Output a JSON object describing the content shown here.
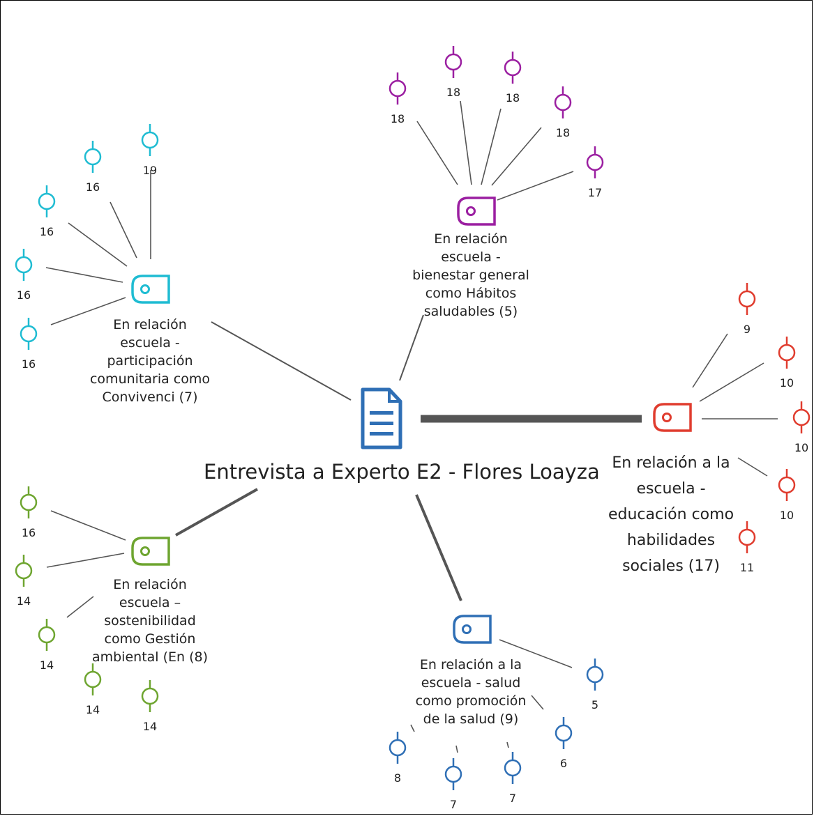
{
  "document": {
    "title": "Entrevista a Experto E2 - Flores Loayza",
    "icon": "document-icon",
    "color": "#2f6fb5"
  },
  "colors": {
    "connector": "#555555",
    "thick_connector": "#555555"
  },
  "groups": [
    {
      "id": "convivencia",
      "color": "#1fbcd2",
      "icon": "code-tag-icon",
      "label_lines": [
        "En relación",
        "escuela -",
        "participación",
        "comunitaria como",
        "Convivenci (7)"
      ],
      "quotes": [
        "19",
        "16",
        "16",
        "16",
        "16"
      ]
    },
    {
      "id": "habitos",
      "color": "#9b1fa1",
      "icon": "code-tag-icon",
      "label_lines": [
        "En relación",
        "escuela -",
        "bienestar general",
        "como Hábitos",
        "saludables (5)"
      ],
      "quotes": [
        "18",
        "18",
        "18",
        "18",
        "17"
      ]
    },
    {
      "id": "habilidades",
      "color": "#e03c2e",
      "icon": "code-tag-icon",
      "label_lines": [
        "En relación a la",
        "escuela -",
        "educación como",
        "habilidades",
        "sociales  (17)"
      ],
      "quotes": [
        "9",
        "10",
        "10",
        "10",
        "11"
      ]
    },
    {
      "id": "gestion",
      "color": "#6ea530",
      "icon": "code-tag-icon",
      "label_lines": [
        "En relación",
        "escuela –",
        "sostenibilidad",
        "como Gestión",
        "ambiental (En (8)"
      ],
      "quotes": [
        "16",
        "14",
        "14",
        "14",
        "14"
      ]
    },
    {
      "id": "promocion",
      "color": "#2f6fb5",
      "icon": "code-tag-icon",
      "label_lines": [
        "En relación a la",
        "escuela - salud",
        "como promoción",
        "de la salud (9)"
      ],
      "quotes": [
        "5",
        "6",
        "7",
        "7",
        "8"
      ]
    }
  ]
}
